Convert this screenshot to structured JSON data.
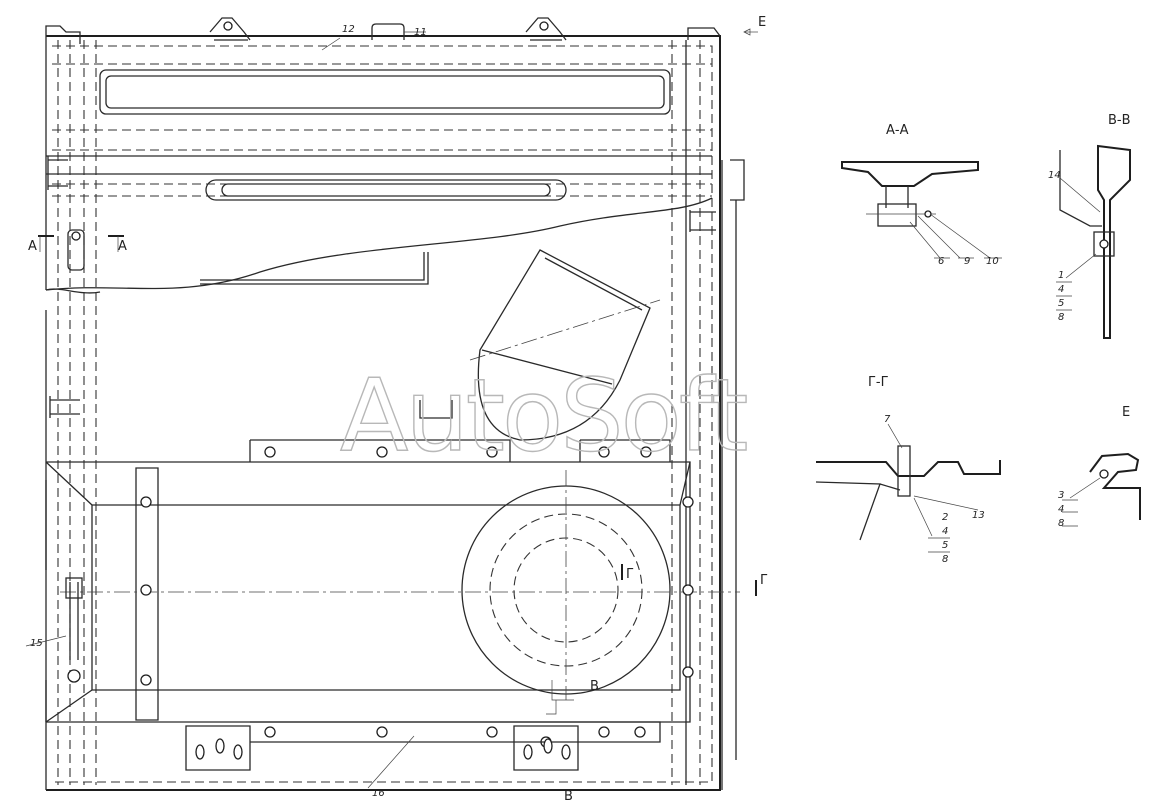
{
  "watermark": "AutoSoft",
  "views": {
    "section_a": "А-А",
    "section_b": "В-В",
    "section_g": "Г-Г",
    "view_e": "Е"
  },
  "cut_marks": {
    "a_left": "А",
    "a_right": "А",
    "b_top": "В",
    "b_bottom": "В",
    "g_left": "Г",
    "g_right": "Г",
    "e_arrow": "Е"
  },
  "callouts": {
    "main": {
      "p11": "11",
      "p12": "12",
      "p15": "15",
      "p16": "16"
    },
    "aa": {
      "p6": "6",
      "p9": "9",
      "p10": "10"
    },
    "bb": {
      "p14": "14",
      "p1": "1",
      "p4": "4",
      "p5": "5",
      "p8": "8"
    },
    "gg": {
      "p7": "7",
      "p2": "2",
      "p4": "4",
      "p5": "5",
      "p8": "8",
      "p13": "13"
    },
    "e": {
      "p3": "3",
      "p4": "4",
      "p8": "8"
    }
  }
}
